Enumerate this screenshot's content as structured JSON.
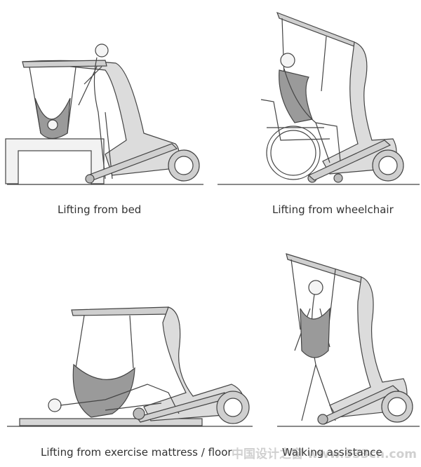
{
  "captions": {
    "bed": "Lifting from bed",
    "wheelchair": "Lifting from wheelchair",
    "floor": "Lifting from exercise mattress / floor",
    "walking": "Walking assistance"
  },
  "watermark": "中国设计之窗 www.333cn.com",
  "colors": {
    "line": "#444444",
    "frame_fill": "#d9d9d9",
    "sling_fill": "#9a9a9a",
    "figure_fill": "#f4f4f4",
    "ground": "#555555"
  }
}
